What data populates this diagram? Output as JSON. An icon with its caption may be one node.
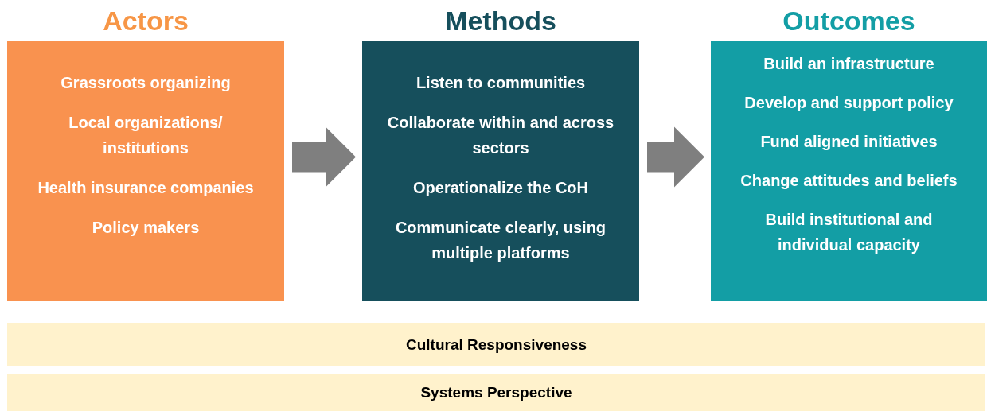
{
  "diagram": {
    "nodes": [
      {
        "text": [
          "Actors",
          "Grassroots organizing",
          "Local organizations/ institutions",
          "Health insurance companies",
          "Policy makers"
        ]
      },
      {
        "text": [
          "Methods",
          "Listen to communities",
          "Collaborate within and across sectors",
          "Operationalize the CoH",
          "Communicate clearly, using multiple platforms"
        ]
      },
      {
        "text": [
          "Outcomes",
          "Build an infrastructure",
          "Develop and support policy",
          "Fund aligned initiatives",
          "Change attitudes and beliefs",
          "Build institutional and individual capacity"
        ]
      },
      {
        "text": [
          "Cultural Responsiveness"
        ]
      },
      {
        "text": [
          "Systems Perspective"
        ]
      }
    ],
    "edges": [
      {
        "from": 0,
        "to": 1,
        "arrow": "to"
      },
      {
        "from": 1,
        "to": 2,
        "arrow": "to"
      }
    ]
  }
}
